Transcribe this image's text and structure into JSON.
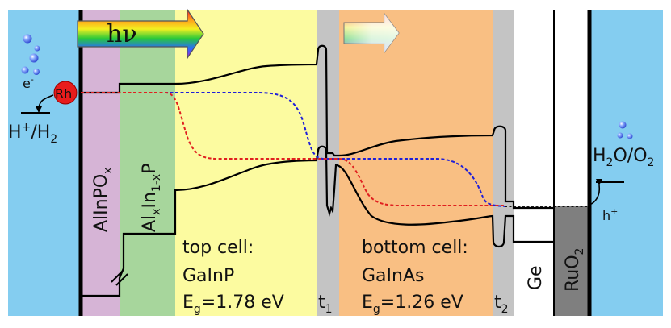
{
  "colors": {
    "electrolyte": "#84cdf0",
    "allnpox": "#d6b4d6",
    "alinp": "#a7d69c",
    "top_cell": "#fcfba0",
    "tunnel": "#c4c4c4",
    "bottom_cell": "#f9bf83",
    "ge": "#ffffff",
    "ruo2": "#7f7f7f",
    "band": "#000000",
    "quasi_fermi_electron": "#1f1fd8",
    "quasi_fermi_hole": "#e02020",
    "catalyst": "#e81c1c",
    "bubble": "#3a5fe0"
  },
  "illumination": {
    "label": "hν",
    "icon": "rainbow-arrow-icon",
    "icon_secondary": "fading-arrow-icon"
  },
  "catalyst": {
    "label": "Rh"
  },
  "charge_labels": {
    "electron": "e",
    "electron_sup": "-",
    "hole": "h",
    "hole_sup": "+"
  },
  "redox": {
    "cathode": {
      "a": "H",
      "a_sup": "+",
      "b": "/H",
      "b_sub": "2"
    },
    "anode": {
      "a": "H",
      "a_sub": "2",
      "b": "O/O",
      "b_sub": "2"
    }
  },
  "layers": {
    "alinpo": {
      "main": "AlInPO",
      "sub": "x"
    },
    "alinp": {
      "p1": "Al",
      "s1": "x",
      "p2": "In",
      "s2": "1-x",
      "p3": "P"
    },
    "ge": "Ge",
    "ruo2": {
      "main": "RuO",
      "sub": "2"
    },
    "t1": {
      "main": "t",
      "sub": "1"
    },
    "t2": {
      "main": "t",
      "sub": "2"
    }
  },
  "cells": {
    "top": {
      "title": "top cell:",
      "material": "GaInP",
      "eg_label": "E",
      "eg_sub": "g",
      "eg_value": "=1.78 eV"
    },
    "bottom": {
      "title": "bottom cell:",
      "material": "GaInAs",
      "eg_label": "E",
      "eg_sub": "g",
      "eg_value": "=1.26 eV"
    }
  }
}
